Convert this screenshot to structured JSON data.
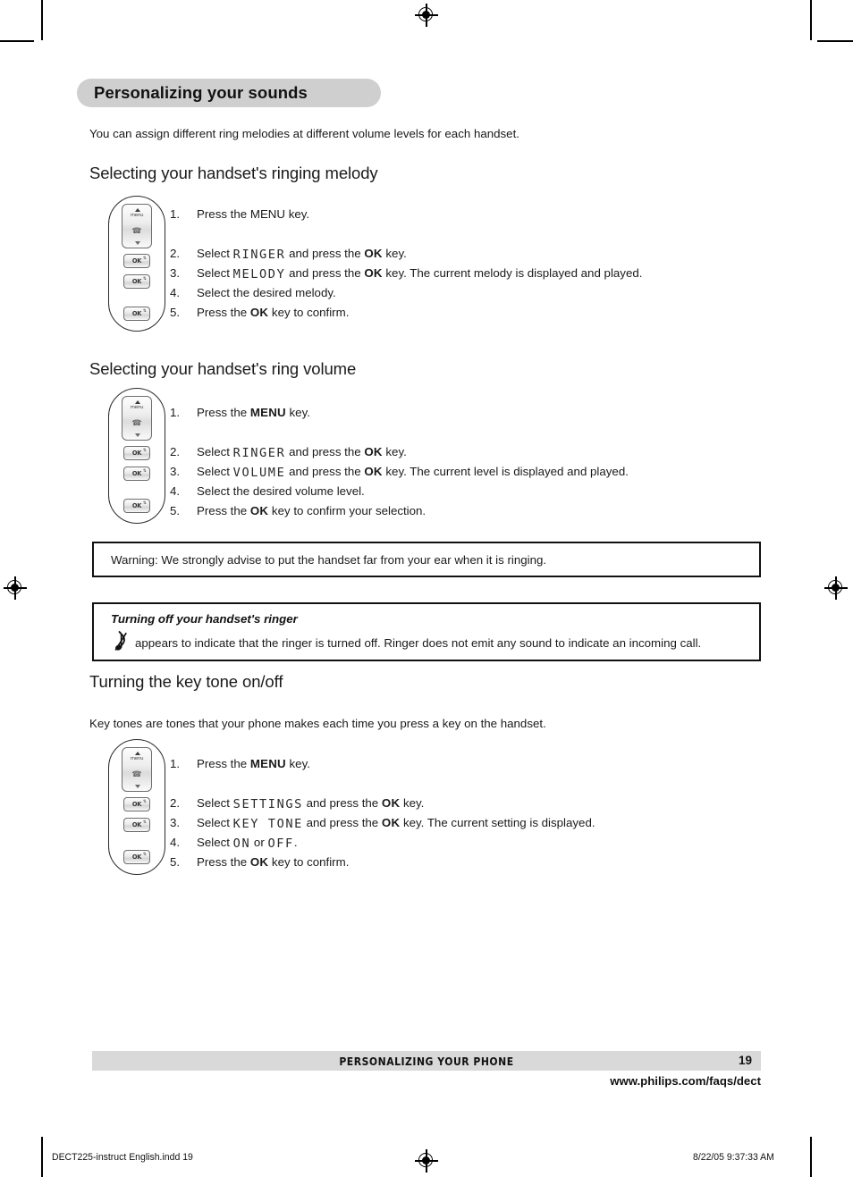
{
  "document": {
    "title_banner": "Personalizing your sounds",
    "intro": "You can assign different ring melodies at different volume levels for each handset."
  },
  "sections": [
    {
      "heading": "Selecting your handset's ringing melody",
      "steps": [
        {
          "num": "1.",
          "before": "Press the MENU key.",
          "lcd": "",
          "after": "",
          "bold_key": ""
        },
        {
          "num": "2.",
          "before": "Select ",
          "lcd": "RINGER",
          "after": " and press the ",
          "bold_key": "OK",
          "tail": " key."
        },
        {
          "num": "3.",
          "before": "Select ",
          "lcd": "MELODY",
          "after": " and press the ",
          "bold_key": "OK",
          "tail": " key. The current melody is displayed and played."
        },
        {
          "num": "4.",
          "before": "Select the desired melody.",
          "lcd": "",
          "after": "",
          "bold_key": ""
        },
        {
          "num": "5.",
          "before": "Press the ",
          "lcd": "",
          "after": "",
          "bold_key": "OK",
          "tail": " key to confirm."
        }
      ]
    },
    {
      "heading": "Selecting your handset's ring volume",
      "steps": [
        {
          "num": "1.",
          "before": "Press the ",
          "lcd": "",
          "after": "",
          "bold_key": "MENU",
          "tail": " key."
        },
        {
          "num": "2.",
          "before": "Select ",
          "lcd": "RINGER",
          "after": " and press the ",
          "bold_key": "OK",
          "tail": " key."
        },
        {
          "num": "3.",
          "before": "Select ",
          "lcd": "VOLUME",
          "after": " and press the ",
          "bold_key": "OK",
          "tail": " key. The current level is displayed and played."
        },
        {
          "num": "4.",
          "before": "Select the desired volume level.",
          "lcd": "",
          "after": "",
          "bold_key": ""
        },
        {
          "num": "5.",
          "before": "Press the ",
          "lcd": "",
          "after": "",
          "bold_key": "OK",
          "tail": " key to confirm your selection."
        }
      ]
    },
    {
      "heading": "Turning the key tone on/off",
      "paragraph": "Key tones are tones that your phone makes each time you press a key on the handset.",
      "steps": [
        {
          "num": "1.",
          "before": "Press the ",
          "lcd": "",
          "after": "",
          "bold_key": "MENU",
          "tail": " key."
        },
        {
          "num": "2.",
          "before": "Select ",
          "lcd": "SETTINGS",
          "after": " and press the ",
          "bold_key": "OK",
          "tail": " key."
        },
        {
          "num": "3.",
          "before": "Select ",
          "lcd": "KEY TONE",
          "after": " and press the ",
          "bold_key": "OK",
          "tail": " key. The current setting is displayed."
        },
        {
          "num": "4.",
          "before": "Select ",
          "lcd": "ON",
          "after": " or ",
          "lcd2": "OFF",
          "tail": "."
        },
        {
          "num": "5.",
          "before": "Press the ",
          "lcd": "",
          "after": "",
          "bold_key": "OK",
          "tail": " key to confirm."
        }
      ]
    }
  ],
  "warning_box": {
    "text": "Warning:  We strongly advise to put the handset far from your ear when it is ringing."
  },
  "note_box": {
    "title": "Turning off your handset's ringer",
    "icon": "crossed-music-note-icon",
    "text": "appears to indicate that the ringer is turned off.  Ringer does not emit any sound to indicate an incoming call."
  },
  "handset_diagram": {
    "menu_key_label": "menu",
    "ok_key_label": "OK",
    "up_arrow": "▲",
    "down_arrow": "▼"
  },
  "footer": {
    "band_title": "PERSONALIZING YOUR PHONE",
    "page_number": "19",
    "url": "www.philips.com/faqs/dect"
  },
  "production_line": {
    "file": "DECT225-instruct English.indd   19",
    "timestamp": "8/22/05   9:37:33 AM"
  },
  "colors": {
    "banner_background": "#cfcfcf",
    "footer_band": "#d9d9d9",
    "text": "#1a1a1a",
    "rule": "#111111"
  }
}
